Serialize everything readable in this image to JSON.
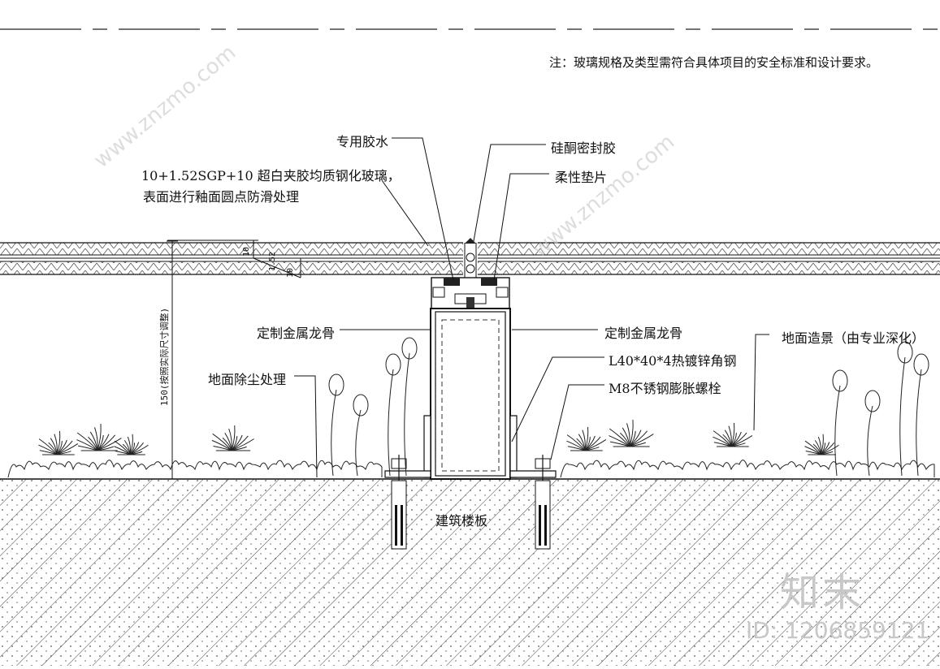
{
  "note": "注：玻璃规格及类型需符合具体项目的安全标准和设计要求。",
  "labels": {
    "glue": "专用胶水",
    "silicone": "硅酮密封胶",
    "glass_line1": "10+1.52SGP+10 超白夹胶均质钢化玻璃，",
    "glass_line2": "表面进行釉面圆点防滑处理",
    "pad": "柔性垫片",
    "keel_left": "定制金属龙骨",
    "keel_right": "定制金属龙骨",
    "landscape": "地面造景（由专业深化）",
    "angle_steel": "L40*40*4热镀锌角钢",
    "dust": "地面除尘处理",
    "bolt": "M8不锈钢膨胀螺栓",
    "slab": "建筑楼板"
  },
  "dimensions": {
    "d1": "10",
    "d2": "1.52",
    "d3": "10",
    "height": "150(按照实际尺寸调整)"
  },
  "watermark": {
    "brand": "知末",
    "id": "ID: 1206859121",
    "site": "www.znzmo.com"
  }
}
